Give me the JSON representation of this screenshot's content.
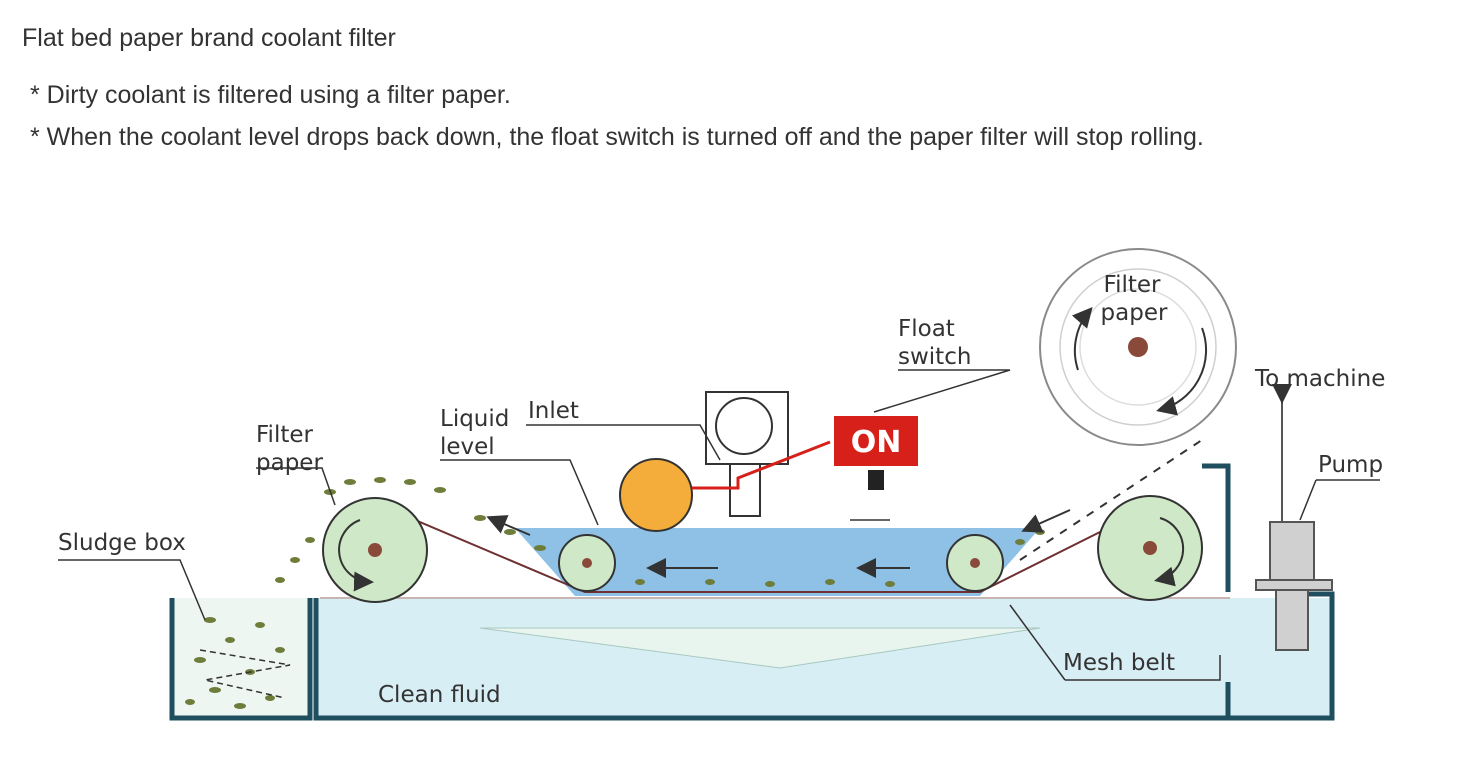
{
  "header": {
    "title": "Flat bed paper brand coolant filter",
    "bullets": [
      "* Dirty coolant is filtered using a filter paper.",
      "* When the coolant level drops back down, the float switch is turned off and the paper filter will stop rolling."
    ]
  },
  "diagram": {
    "labels": {
      "sludge_box": "Sludge box",
      "filter_paper_left_1": "Filter",
      "filter_paper_left_2": "paper",
      "liquid_level_1": "Liquid",
      "liquid_level_2": "level",
      "inlet": "Inlet",
      "float_switch_1": "Float",
      "float_switch_2": "switch",
      "on_indicator": "ON",
      "filter_paper_roll_1": "Filter",
      "filter_paper_roll_2": "paper",
      "to_machine": "To machine",
      "pump": "Pump",
      "mesh_belt": "Mesh belt",
      "clean_fluid": "Clean fluid"
    },
    "colors": {
      "tank_wall": "#1f4e5f",
      "clean_fluid": "#d8eef5",
      "dirty_coolant": "#8fc1e6",
      "roller": "#cfe8c7",
      "float_ball": "#f4ad3a",
      "on_box": "#d7201a",
      "wire": "#d7201a",
      "sludge": "#6e7d3a"
    }
  }
}
